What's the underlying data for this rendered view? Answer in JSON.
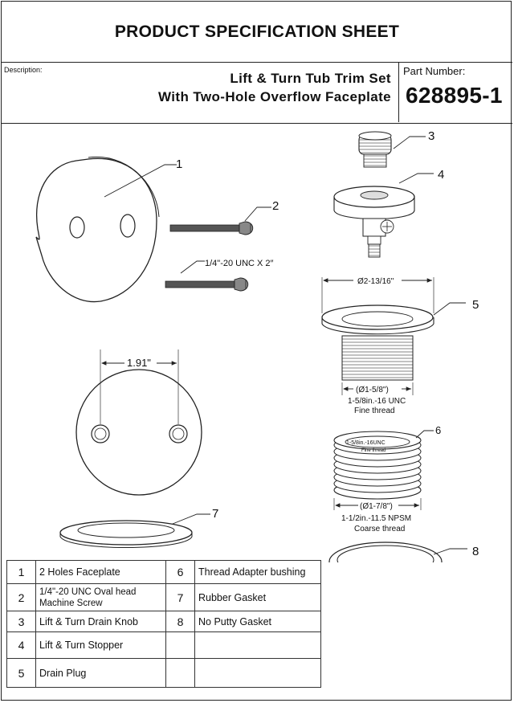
{
  "header": {
    "title": "PRODUCT SPECIFICATION SHEET"
  },
  "description": {
    "label": "Description:",
    "line1": "Lift & Turn Tub Trim Set",
    "line2": "With Two-Hole Overflow Faceplate"
  },
  "part": {
    "label": "Part  Number:",
    "number": "628895-1"
  },
  "callouts": {
    "c1": "1",
    "c2": "2",
    "c3": "3",
    "c4": "4",
    "c5": "5",
    "c6": "6",
    "c7": "7",
    "c8": "8"
  },
  "dimensions": {
    "screw": "1/4\"-20 UNC X 2″",
    "hole_spacing": "1.91\"",
    "flange_dia": "Ø2-13/16\"",
    "drain_dia": "(Ø1-5/8\")",
    "drain_thread": "1-5/8in.-16 UNC",
    "drain_thread_type": "Fine thread",
    "bushing_inner_thread": "1-5/8in.-16UNC",
    "bushing_inner_type": "Fine thread",
    "bushing_dia": "(Ø1-7/8\")",
    "bushing_thread": "1-1/2in.-11.5 NPSM",
    "bushing_thread_type": "Coarse thread"
  },
  "parts_list": [
    {
      "num": "1",
      "name": "2  Holes  Faceplate",
      "num2": "6",
      "name2": "Thread Adapter bushing"
    },
    {
      "num": "2",
      "name": "1/4\"-20 UNC Oval  head Machine Screw",
      "num2": "7",
      "name2": "Rubber Gasket"
    },
    {
      "num": "3",
      "name": "Lift & Turn Drain Knob",
      "num2": "8",
      "name2": "No Putty Gasket"
    },
    {
      "num": "4",
      "name": "Lift & Turn Stopper",
      "num2": "",
      "name2": ""
    },
    {
      "num": "5",
      "name": "Drain Plug",
      "num2": "",
      "name2": ""
    }
  ]
}
